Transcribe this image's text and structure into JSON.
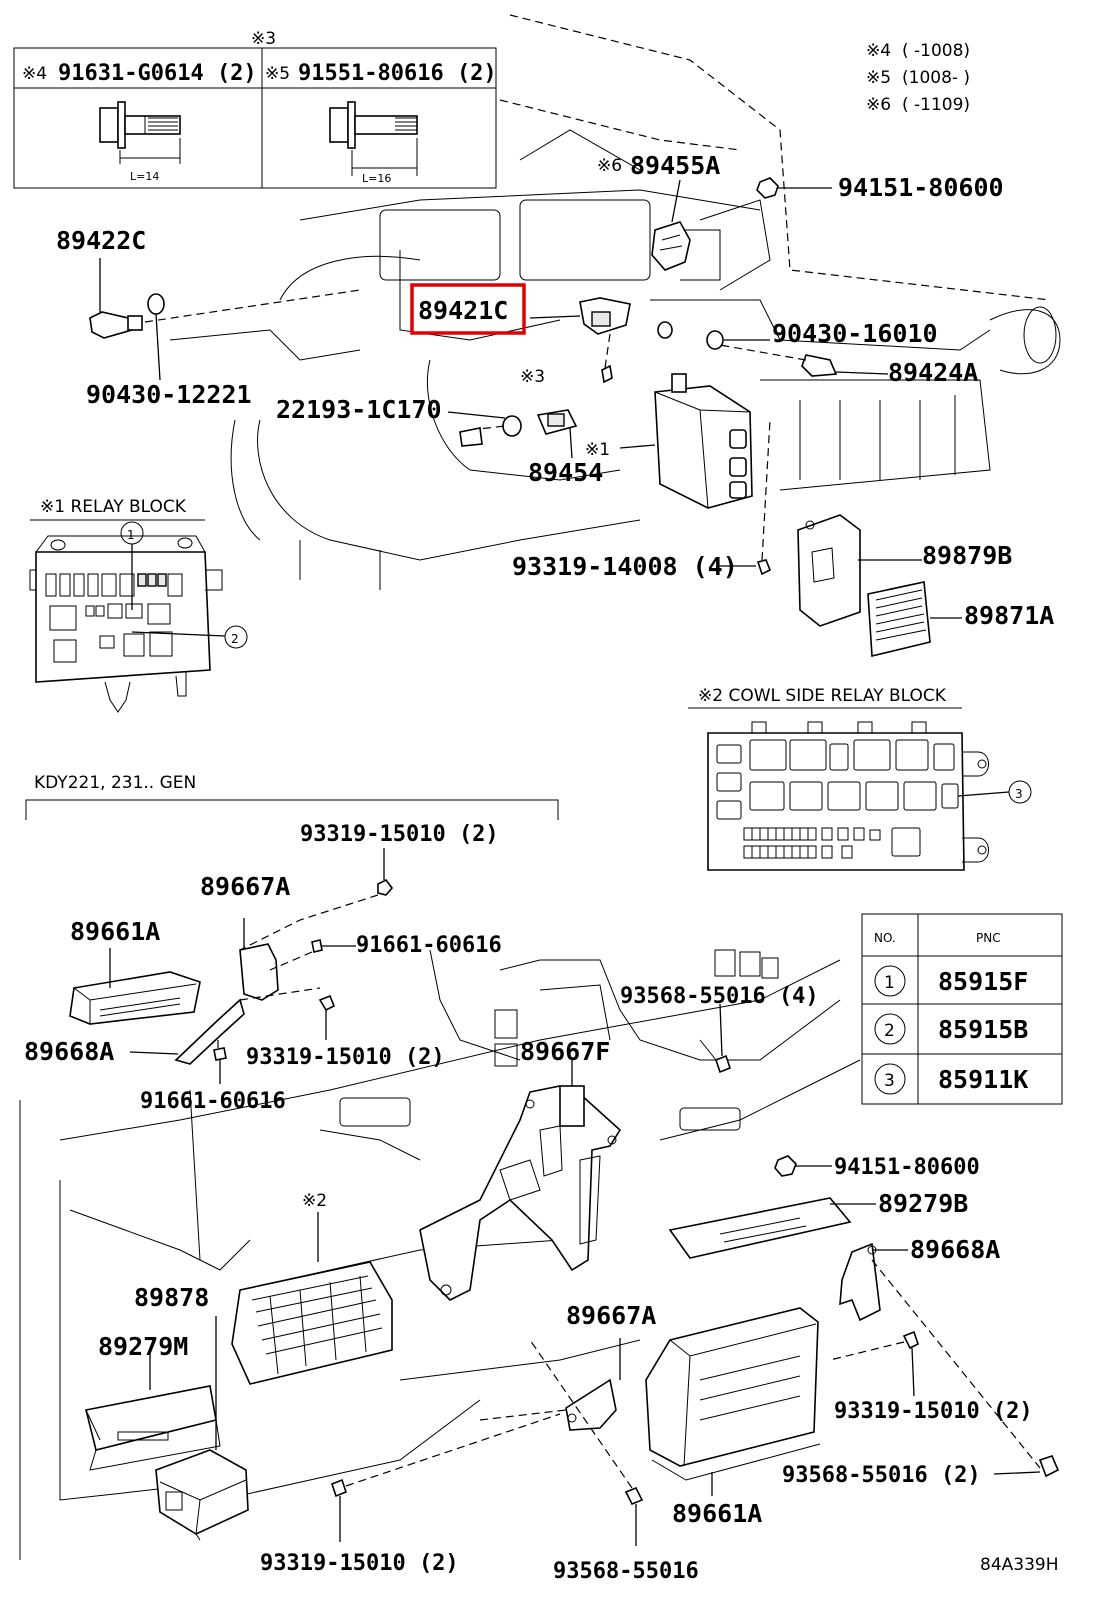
{
  "diagram": {
    "header_ref": "※3",
    "fastener_table": [
      {
        "ref": "※4",
        "part": "91631-G0614 (2)",
        "dim": "L=14"
      },
      {
        "ref": "※5",
        "part": "91551-80616 (2)",
        "dim": "L=16"
      }
    ],
    "notes": [
      {
        "ref": "※4",
        "range": "(       -1008)"
      },
      {
        "ref": "※5",
        "range": "(1008-       )"
      },
      {
        "ref": "※6",
        "range": "(       -1109)"
      }
    ],
    "parts": {
      "p89455A": "89455A",
      "p94151_80600_top": "94151-80600",
      "p89422C": "89422C",
      "p89421C": "89421C",
      "p90430_16010": "90430-16010",
      "p89424A": "89424A",
      "p90430_12221": "90430-12221",
      "p22193_1C170": "22193-1C170",
      "p89454": "89454",
      "p93319_14008": "93319-14008 (4)",
      "p89879B": "89879B",
      "p89871A": "89871A",
      "p93319_15010_a": "93319-15010 (2)",
      "p89667A_top": "89667A",
      "p91661_60616_a": "91661-60616",
      "p89661A_top": "89661A",
      "p93568_55016_4": "93568-55016 (4)",
      "p89668A_left": "89668A",
      "p93319_15010_b": "93319-15010 (2)",
      "p89667F": "89667F",
      "p91661_60616_b": "91661-60616",
      "p94151_80600_bot": "94151-80600",
      "p89279B": "89279B",
      "p89668A_right": "89668A",
      "p89878": "89878",
      "p89279M": "89279M",
      "p89667A_bot": "89667A",
      "p93319_15010_c": "93319-15010 (2)",
      "p93568_55016_2": "93568-55016 (2)",
      "p89661A_bot": "89661A",
      "p93319_15010_d": "93319-15010 (2)",
      "p93568_55016": "93568-55016"
    },
    "markers": {
      "m6": "※6",
      "m3": "※3",
      "m1": "※1",
      "m2": "※2"
    },
    "relay_block_title": "※1 RELAY BLOCK",
    "cowl_block_title": "※2 COWL SIDE RELAY BLOCK",
    "model_note": "KDY221, 231.. GEN",
    "legend": {
      "headers": [
        "NO.",
        "PNC"
      ],
      "rows": [
        {
          "no": "1",
          "pnc": "85915F"
        },
        {
          "no": "2",
          "pnc": "85915B"
        },
        {
          "no": "3",
          "pnc": "85911K"
        }
      ]
    },
    "drawing_code": "84A339H",
    "highlight_color": "#e00000"
  }
}
